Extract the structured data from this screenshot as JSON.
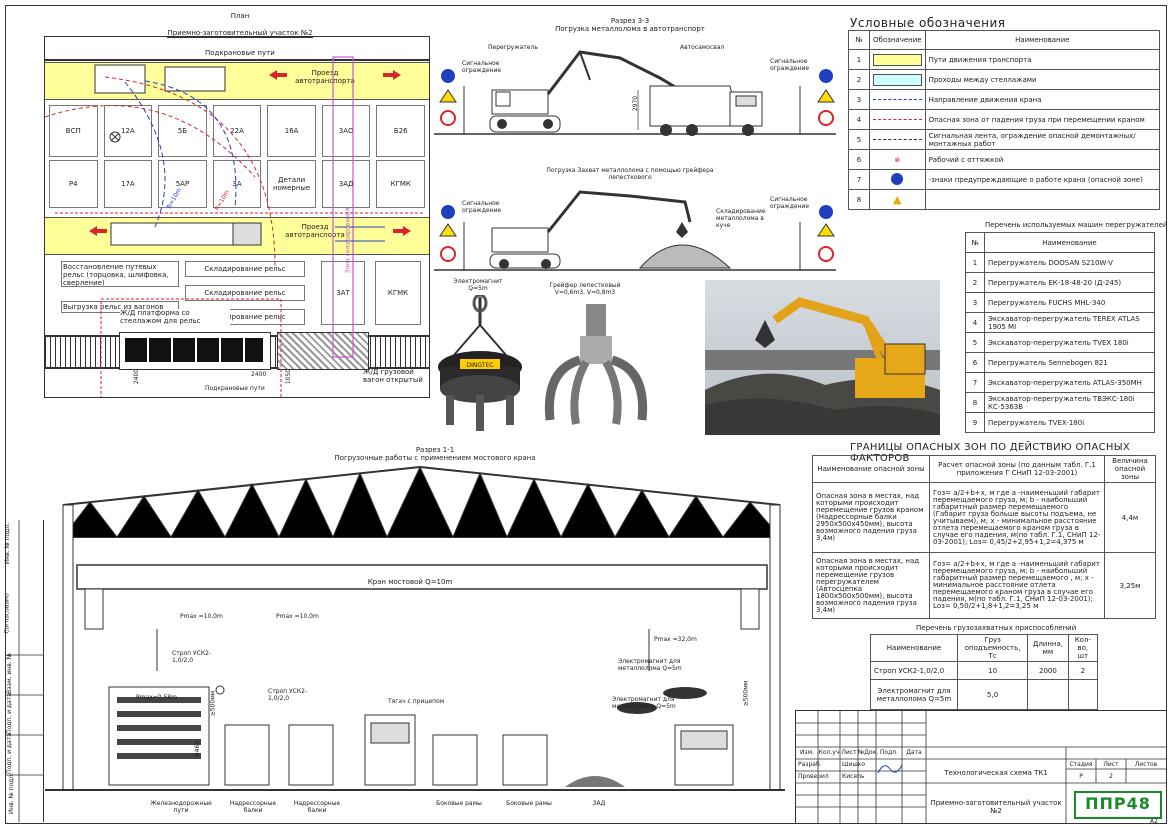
{
  "plan": {
    "title": "План",
    "subtitle": "Приемно-заготовительный участок №2",
    "rail_label": "Подкрановые пути",
    "road_top": "Проезд автотранспорта",
    "road_mid": "Проезд автотранспорта",
    "cells_row1": [
      "ВСП",
      "12А",
      "5Б",
      "22А",
      "16А",
      "3АО",
      "Б26"
    ],
    "cells_row2": [
      "Р4",
      "17А",
      "5АР",
      "3А",
      "Детали номерные",
      "3АД",
      "КГМК"
    ],
    "lower_left": [
      "Восстановление путевых рельс (торцовка, шлифовка, сверление)",
      "Выгрузка рельс из вагонов"
    ],
    "lower_mid": [
      "Складирование рельс",
      "Складирование рельс",
      "Складирование рельс"
    ],
    "lower_right": [
      "3АТ",
      "КГМК"
    ],
    "platform": "Ж/Д платформа со стеллажом для рельс",
    "wagon": "Ж/Д грузовой вагон открытый",
    "r1": "R=10m",
    "r2": "R=10m",
    "dims": [
      "2400",
      "2400",
      "1050"
    ],
    "mid_label": "Зона складирования"
  },
  "section33": {
    "title": "Разрез 3-3",
    "subtitle": "Погрузка металлолома в автотранспорт",
    "reloader": "Перегружатель",
    "truck": "Автосамосвал",
    "fence_left": "Сигнальное ограждение",
    "fence_right": "Сигнальное ограждение",
    "height": "2970"
  },
  "section_unload": {
    "title": "Погрузка Захват металлолома с помощью грейфера лепесткового",
    "fence_left": "Сигнальное ограждение",
    "pile": "Складирование металлолома в куче",
    "fence_right": "Сигнальное ограждение"
  },
  "devices": {
    "magnet": "Электромагнит Q=5m",
    "grab": "Грейфер лепестковый V=0,6m3, V=0,8m3",
    "magnet_brand": "DINGTEC"
  },
  "legend": {
    "title": "Условные обозначения",
    "headers": [
      "№",
      "Обозначение",
      "Наименование"
    ],
    "rows": [
      {
        "n": "1",
        "name": "Пути движения транспорта"
      },
      {
        "n": "2",
        "name": "Проходы между стеллажами"
      },
      {
        "n": "3",
        "name": "Направление движения крана"
      },
      {
        "n": "4",
        "name": "Опасная зона от падения груза при перемещении краном"
      },
      {
        "n": "5",
        "name": "Сигнальная лента, ограждение опасной демонтажных/монтажных работ"
      },
      {
        "n": "6",
        "name": "Рабочий с оттяжкой"
      },
      {
        "n": "7",
        "name": "-знаки предупреждающие о работе крана (опасной зоне)"
      },
      {
        "n": "8",
        "name": ""
      }
    ]
  },
  "machines": {
    "title": "Перечень используемых машин перегружателей",
    "headers": [
      "№",
      "Наименование"
    ],
    "rows": [
      {
        "n": "1",
        "name": "Перегружатель DOOSAN S210W-V"
      },
      {
        "n": "2",
        "name": "Перегружатель ЕК-18-48-20 (Д-245)"
      },
      {
        "n": "3",
        "name": "Перегружатель FUCHS MHL-340"
      },
      {
        "n": "4",
        "name": "Экскаватор-перегружатель TEREX ATLAS 1905 MI"
      },
      {
        "n": "5",
        "name": "Экскаватор-перегружатель TVEX 180i"
      },
      {
        "n": "6",
        "name": "Перегружатель Sennebogen 821"
      },
      {
        "n": "7",
        "name": "Экскаватор-перегружатель ATLAS-350MH"
      },
      {
        "n": "8",
        "name": "Экскаватор-перегружатель ТВЭКС-180i КС-5363В"
      },
      {
        "n": "9",
        "name": "Перегружатель TVEX-180i"
      }
    ]
  },
  "danger": {
    "title": "ГРАНИЦЫ ОПАСНЫХ ЗОН ПО ДЕЙСТВИЮ ОПАСНЫХ ФАКТОРОВ",
    "headers": [
      "Наименование опасной зоны",
      "Расчет опасной зоны (по данным табл. Г.1 приложения Г СНиП 12-03-2001)",
      "Величина опасной зоны"
    ],
    "rows": [
      {
        "name": "Опасная зона в местах, над которыми происходит перемещение грузов краном (Надрессорные балки 2950х500х450мм), высота возможного падения груза 3,4м)",
        "calc": "Гоз= a/2+b+x, м где a -наименьший габарит перемещаемого груза, м; b - наибольший габаритный размер перемещаемого (Габарит груза больше высоты подъема, не учитываем), м; x - минимальное расстояние отлета перемещаемого краном груза в случае его падения, м(по табл. Г.1, СНиП 12-03-2001); Lоз= 0,45/2+2,95+1,2=4,375 м",
        "value": "4,4м"
      },
      {
        "name": "Опасная зона в местах, над которыми происходит перемещение грузов перегружателем (Автосцепка 1800х500х500мм), высота возможного падения груза 3,4м)",
        "calc": "Гоз= a/2+b+x, м где a -наименьший габарит перемещаемого груза, м; b - наибольший габаритный размер перемещаемого , м; x - минимальное расстояние отлета перемещаемого краном груза в случае его падения, м(по табл. Г.1, СНиП 12-03-2001); Lоз= 0,50/2+1,8+1,2=3,25 м",
        "value": "3,25м"
      }
    ]
  },
  "lifting": {
    "title": "Перечень грузозахватных приспособлений",
    "headers": [
      "Наименование",
      "Груз оподъемность, Тс",
      "Длинна, мм",
      "Кол-во, шт"
    ],
    "rows": [
      {
        "name": "Строп УСК2-1,0/2,0",
        "cap": "10",
        "len": "2000",
        "qty": "2"
      },
      {
        "name": "Электромагнит для металлолома Q=5m",
        "cap": "5,0",
        "len": "",
        "qty": ""
      }
    ]
  },
  "section11": {
    "title": "Разрез 1-1",
    "subtitle": "Погрузочные работы с применением мостового крана",
    "crane": "Кран мостовой Q=10m",
    "pmax1": "Pmax =10,0m",
    "pmax2": "Pmax =10,0m",
    "pmax3": "Pmax =32,0m",
    "sling1": "Строп УСК2-1,0/2,0",
    "sling2": "Строп УСК2-1,0/2,0",
    "pmax_small": "Pmax=0,58m",
    "magnet1": "Электромагнит для металлолома Q=5m",
    "magnet2": "Электромагнит для металлолома Q=5m",
    "truck": "Тягач с прицепом",
    "h1": "4468",
    "h2": "≥500мм",
    "h3": "≥500мм",
    "bottom": [
      "Железнодорожные пути",
      "Надрессорные балки",
      "Надрессорные балки",
      "Боковые рамы",
      "Боковые рамы",
      "ЗАД"
    ]
  },
  "side_labels": [
    "Согласовано",
    "Инв. № подл.",
    "Подп. и дата",
    "Взам. инв. №",
    "Подп. и дата",
    "Инв. № подл."
  ],
  "stamp": {
    "head": [
      "Изм.",
      "Кол.уч",
      "Лист",
      "№Док.",
      "Подп.",
      "Дата"
    ],
    "r1": [
      "Разраб.",
      "Шишко"
    ],
    "r2": [
      "Проверил",
      "Кисель"
    ],
    "doc": "Технологическая схема ТК1",
    "area": "Приемно-заготовительный участок №2",
    "stage_h": [
      "Стадия",
      "Лист",
      "Листов"
    ],
    "stage_v": [
      "Р",
      "2",
      ""
    ],
    "logo": "ППР48",
    "format": "А2"
  },
  "colors": {
    "road": "#ffff99",
    "passage": "#ccffff",
    "crane_path": "#1f3fbf",
    "danger": "#d9252a",
    "purple": "#cc55cc",
    "logo": "#1a8a2a"
  }
}
